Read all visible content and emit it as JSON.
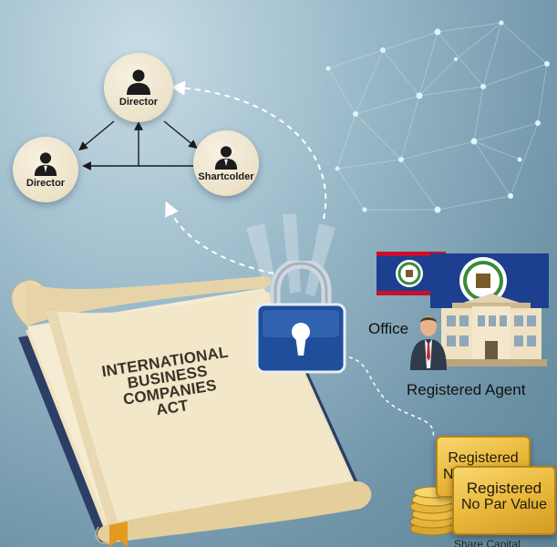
{
  "org_chart": {
    "top_node": "Director",
    "left_node": "Director",
    "right_node": "Shartcolder"
  },
  "book": {
    "title_lines": [
      "INTERNATIONAL",
      "BUSINESS",
      "COMPANIES",
      "ACT"
    ]
  },
  "office": {
    "office_label": "Office",
    "agent_label": "Registered Agent"
  },
  "plaques": {
    "back_line1": "Registered",
    "back_line2": "N",
    "front_line1": "Registered",
    "front_line2": "No Par Value"
  },
  "bottom": {
    "partial_text": "Share Capital"
  },
  "colors": {
    "background": "#8fb2c3",
    "lock_blue": "#1f4f9a",
    "gold": "#eab93c",
    "flag_blue": "#1c3f8f",
    "flag_red": "#c8102e"
  },
  "icons": [
    "person-icon",
    "padlock-icon",
    "building-icon",
    "belize-flag-icon",
    "coin-stack-icon",
    "network-graph-icon"
  ]
}
